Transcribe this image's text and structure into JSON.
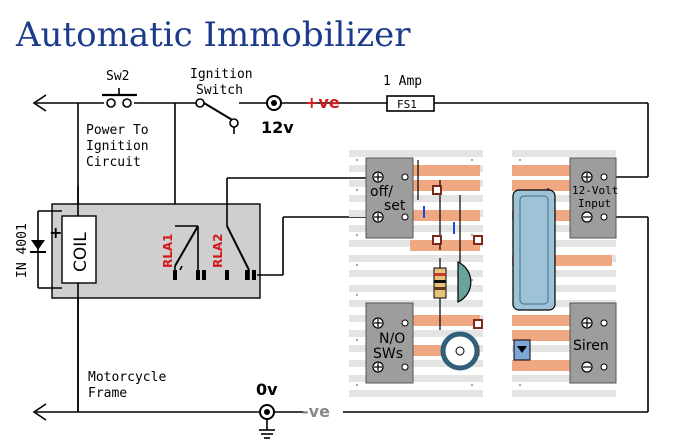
{
  "diagram": {
    "title": "Automatic Immobilizer",
    "labels": {
      "sw2": "Sw2",
      "ignition_switch_line1": "Ignition",
      "ignition_switch_line2": "Switch",
      "fuse_rating": "1 Amp",
      "fuse_name": "FS1",
      "positive": "+ve",
      "negative": "-ve",
      "supply_voltage": "12v",
      "ground_voltage": "0v",
      "power_line1": "Power To",
      "power_line2": "Ignition",
      "power_line3": "Circuit",
      "motorcycle_line1": "Motorcycle",
      "motorcycle_line2": "Frame",
      "diode": "IN 4001",
      "coil": "COIL",
      "rla1": "RLA1",
      "rla2": "RLA2",
      "terminal_offset_line1": "off/",
      "terminal_offset_line2": "set",
      "terminal_input_line1": "12-Volt",
      "terminal_input_line2": "Input",
      "terminal_no_switches_line1": "N/O",
      "terminal_no_switches_line2": "SWs",
      "terminal_siren": "Siren",
      "plus_sign": "+"
    }
  }
}
